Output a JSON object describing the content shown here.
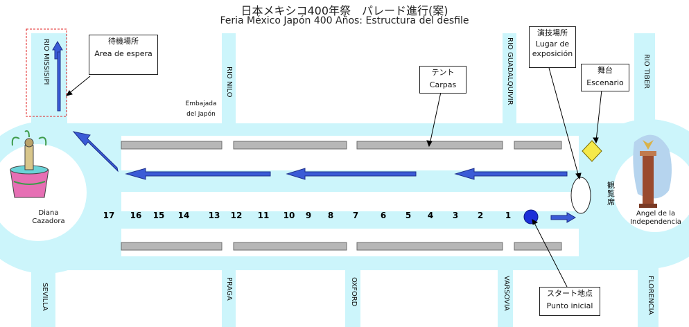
{
  "title": {
    "jp": "日本メキシコ400年祭　パレード進行(案)",
    "es": "Feria México Japón 400 Años: Estructura del desfile"
  },
  "streets": {
    "rio_missisipi": "RIO MISSISIPI",
    "rio_nilo": "RIO NILO",
    "rio_guadalquivir": "RIO GUADALQUIVIR",
    "rio_tiber": "RIO TIBER",
    "sevilla": "SEVILLA",
    "praga": "PRAGA",
    "oxford": "OXFORD",
    "varsovia": "VARSOVIA",
    "florencia": "FLORENCIA"
  },
  "callouts": {
    "waiting": {
      "jp": "待機場所",
      "es": "Area de espera"
    },
    "tents": {
      "jp": "テント",
      "es": "Carpas"
    },
    "exhibition": {
      "jp": "演技場所",
      "es1": "Lugar de",
      "es2": "exposición"
    },
    "stage": {
      "jp": "舞台",
      "es": "Escenario"
    },
    "start": {
      "jp": "スタート地点",
      "es": "Punto inicial"
    }
  },
  "landmarks": {
    "embassy1": "Embajada",
    "embassy2": "del Japón",
    "diana1": "Diana",
    "diana2": "Cazadora",
    "angel1": "Angel de la",
    "angel2": "Independencia",
    "audience": "観覧席"
  },
  "positions": [
    "17",
    "16",
    "15",
    "14",
    "13",
    "12",
    "11",
    "10",
    "9",
    "8",
    "7",
    "6",
    "5",
    "4",
    "3",
    "2",
    "1"
  ],
  "colors": {
    "road": "#ccf5fb",
    "arrow": "#3a5bd6",
    "arrow_stroke": "#1d2f8a",
    "tent": "#b7b7b7",
    "start_dot": "#1a2fd8",
    "stage": "#f5e94a",
    "waiting_border": "#e02020"
  }
}
